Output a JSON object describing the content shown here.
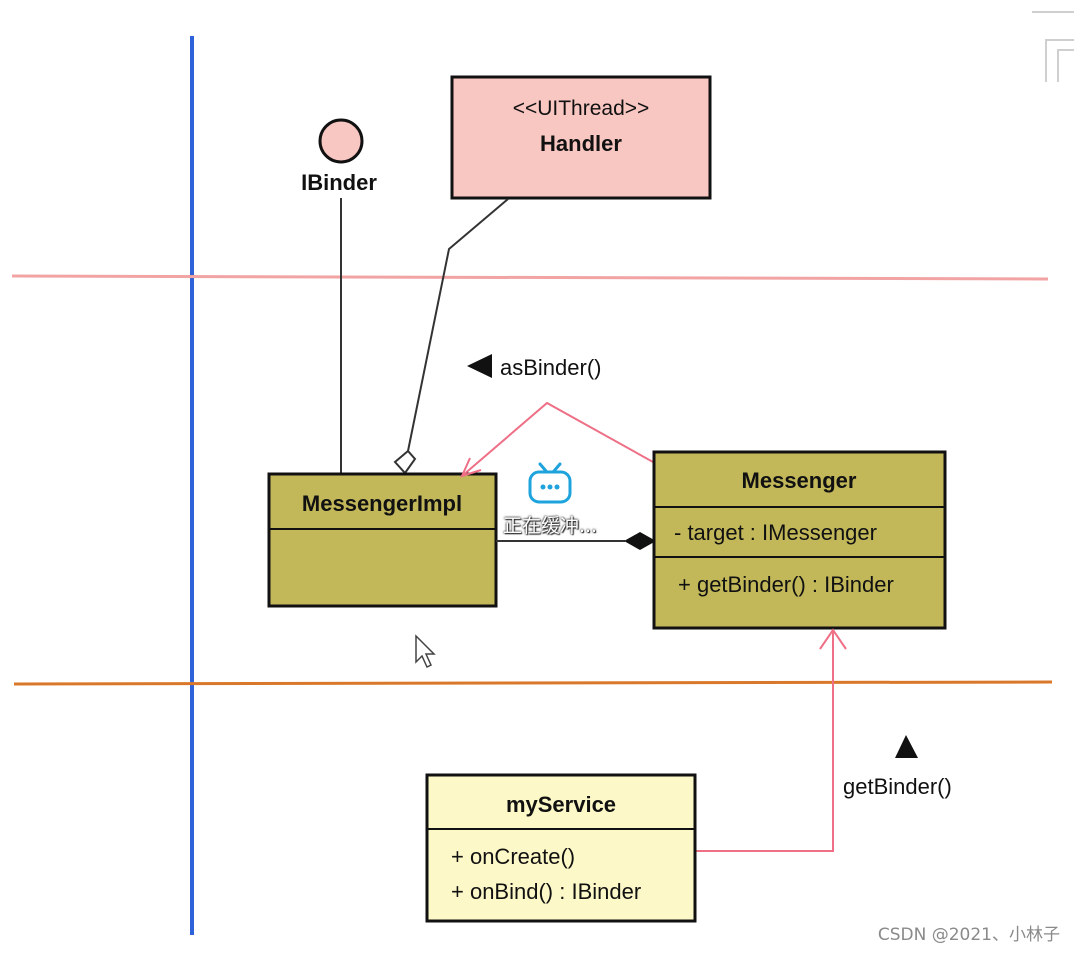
{
  "diagram": {
    "interface": {
      "name": "IBinder"
    },
    "handler": {
      "stereotype": "<<UIThread>>",
      "name": "Handler"
    },
    "messenger_impl": {
      "name": "MessengerImpl"
    },
    "messenger": {
      "name": "Messenger",
      "attribute": "- target : IMessenger",
      "operation": "+ getBinder() : IBinder"
    },
    "my_service": {
      "name": "myService",
      "operations": [
        "+ onCreate()",
        "+ onBind() : IBinder"
      ]
    },
    "edge_labels": {
      "as_binder": "asBinder()",
      "get_binder": "getBinder()"
    },
    "colors": {
      "class_fill": "#c2b85a",
      "handler_fill": "#f9c7c2",
      "service_fill": "#fdf8c8",
      "vertical_line": "#2d62d8",
      "pink_line": "#f2a3a3",
      "orange_line": "#d9782a",
      "arrow": "#ee6f86"
    }
  },
  "overlay": {
    "buffering_text": "正在缓冲..."
  },
  "watermark": "CSDN @2021、小林子"
}
